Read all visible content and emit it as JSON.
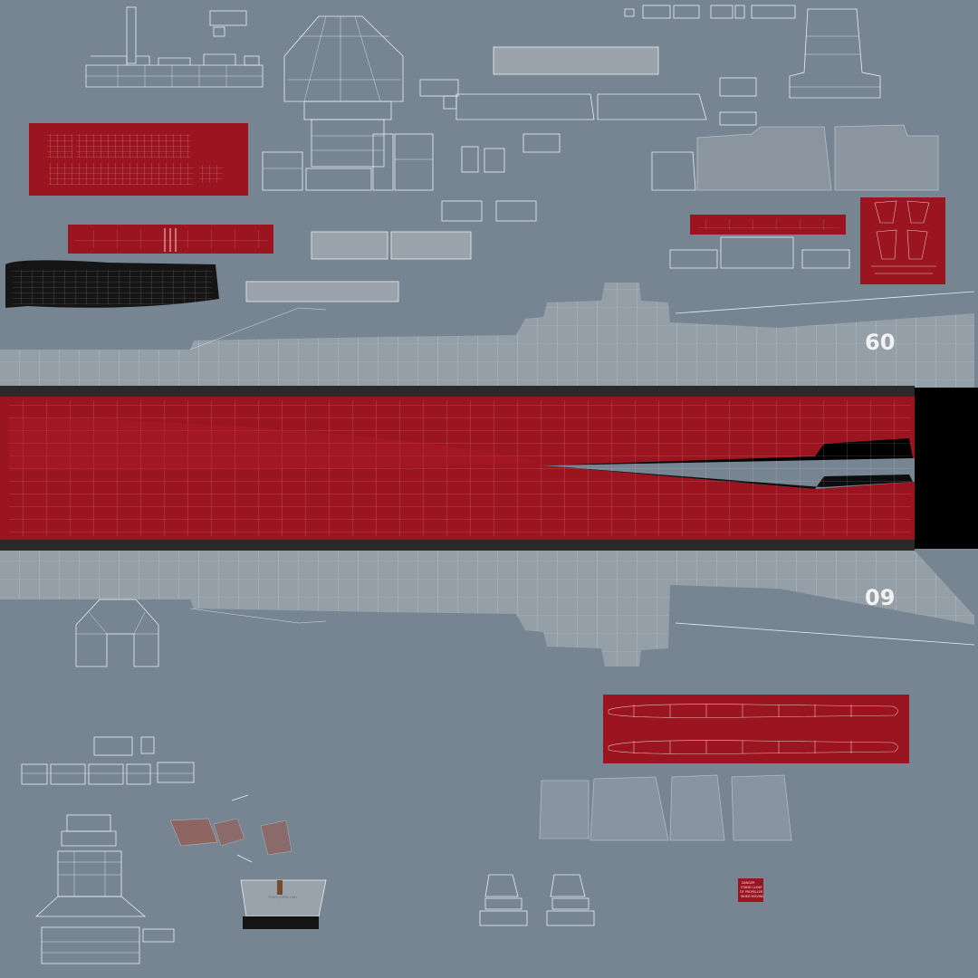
{
  "texture": {
    "background_color": "#778593",
    "primary_red": "#9b1520",
    "boot_black": "#000000",
    "wireframe_color": "#e8eef2"
  },
  "hull_numbers": {
    "starboard": "60",
    "port": "09"
  },
  "small_label": {
    "lines": [
      "DANGER",
      "STAND CLEAR",
      "OF PROPELLER",
      "WHEN MOVING"
    ]
  },
  "stern_plate": {
    "text": "TOKYO JAPAN 1961"
  }
}
